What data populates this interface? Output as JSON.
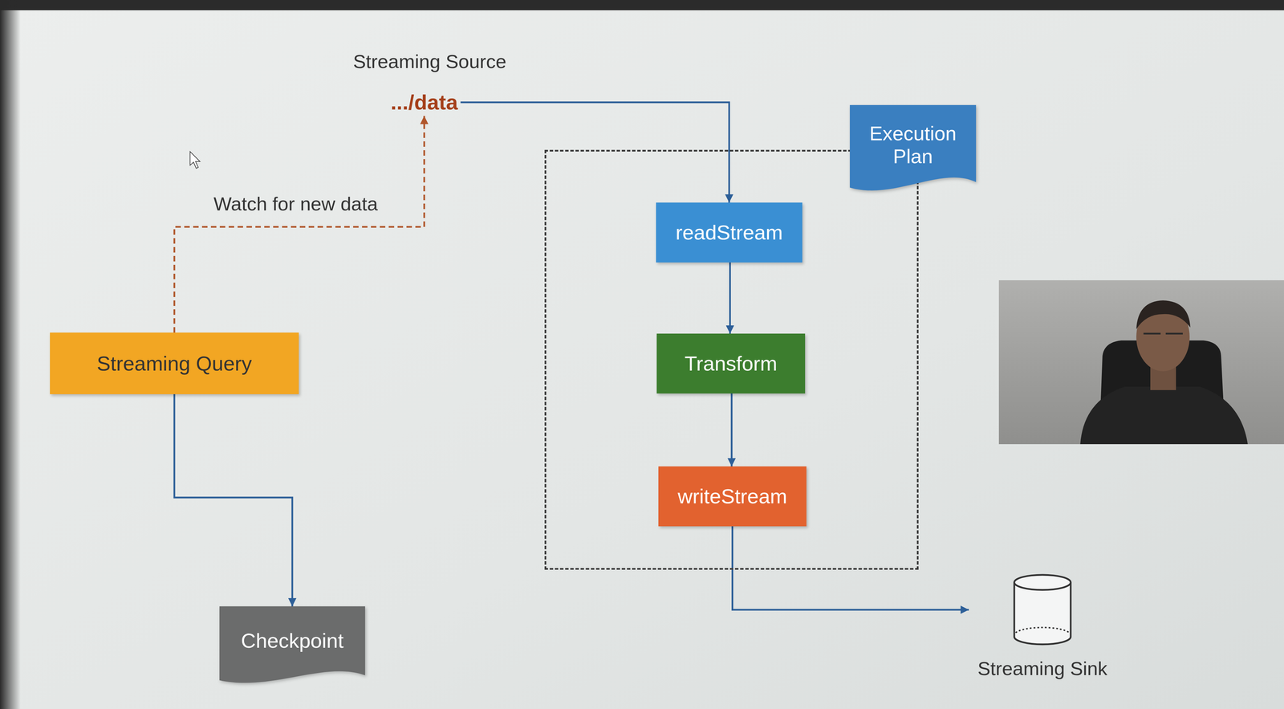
{
  "diagram": {
    "nodes": [
      {
        "text": [
          ".../data"
        ]
      },
      {
        "text": [
          "Execution Plan"
        ]
      },
      {
        "text": [
          "readStream"
        ],
        "in": 1
      },
      {
        "text": [
          "Transform"
        ],
        "in": 1
      },
      {
        "text": [
          "writeStream"
        ],
        "in": 1
      },
      {
        "text": [
          "Streaming Query"
        ]
      },
      {
        "text": [
          "Checkpoint"
        ]
      },
      {
        "text": [
          "Streaming Sink"
        ]
      }
    ],
    "edges": [
      {
        "from": 5,
        "to": 0,
        "label": "Watch for new data",
        "arrow": "to"
      },
      {
        "from": 0,
        "to": 2,
        "arrow": "to"
      },
      {
        "from": 2,
        "to": 3,
        "arrow": "to"
      },
      {
        "from": 3,
        "to": 4,
        "arrow": "to"
      },
      {
        "from": 4,
        "to": 7,
        "arrow": "to"
      },
      {
        "from": 5,
        "to": 6,
        "arrow": "to"
      }
    ],
    "labels": [
      "Streaming Source"
    ]
  }
}
